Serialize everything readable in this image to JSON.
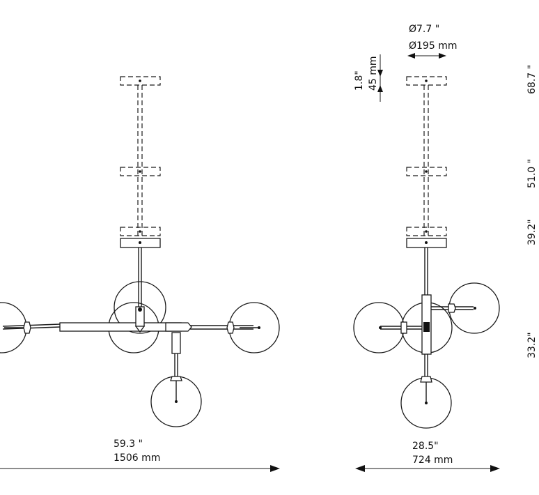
{
  "front_view": {
    "width_in": "59.3 \"",
    "width_mm": "1506  mm"
  },
  "side_view": {
    "canopy_diameter_in": "Ø7.7 \"",
    "canopy_diameter_mm": "Ø195 mm",
    "canopy_height_in": "1.8\"",
    "canopy_height_mm": "45 mm",
    "width_in": "28.5\"",
    "width_mm": "724  mm"
  },
  "heights": {
    "h1": "68.7 \"",
    "h2": "51.0 \"",
    "h3": "39.2\"",
    "h4": "33.2\""
  }
}
